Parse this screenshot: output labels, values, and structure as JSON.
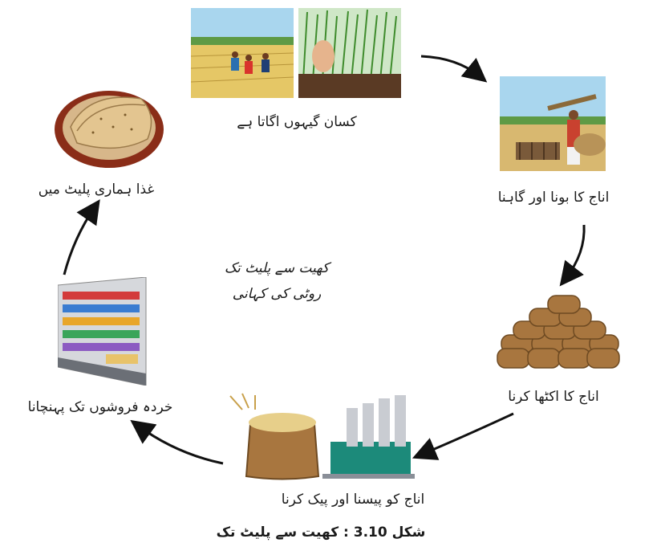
{
  "diagram": {
    "center_title": "کھیت سے پلیٹ تک روٹی کی کہانی",
    "caption": "شکل 3.10 : کھیت سے پلیٹ تک",
    "stages": [
      {
        "icon": "farm-harvest-icon",
        "label": "کسان گیہوں اگاتا ہے"
      },
      {
        "icon": "winnowing-icon",
        "label": "اناج کا بونا اور گاہنا"
      },
      {
        "icon": "grain-sacks-icon",
        "label": "اناج کا اکٹھا کرنا"
      },
      {
        "icon": "flour-mill-icon",
        "label": "اناج کو پیسنا اور پیک کرنا"
      },
      {
        "icon": "store-shelves-icon",
        "label": "خردہ فروشوں تک پہنچانا"
      },
      {
        "icon": "roti-plate-icon",
        "label": "غذا ہماری پلیٹ میں"
      }
    ],
    "colors": {
      "arrow": "#111111",
      "sky": "#9fd0ea",
      "field": "#e3c36a",
      "green": "#4f9a3a",
      "sack": "#a8763f"
    }
  }
}
